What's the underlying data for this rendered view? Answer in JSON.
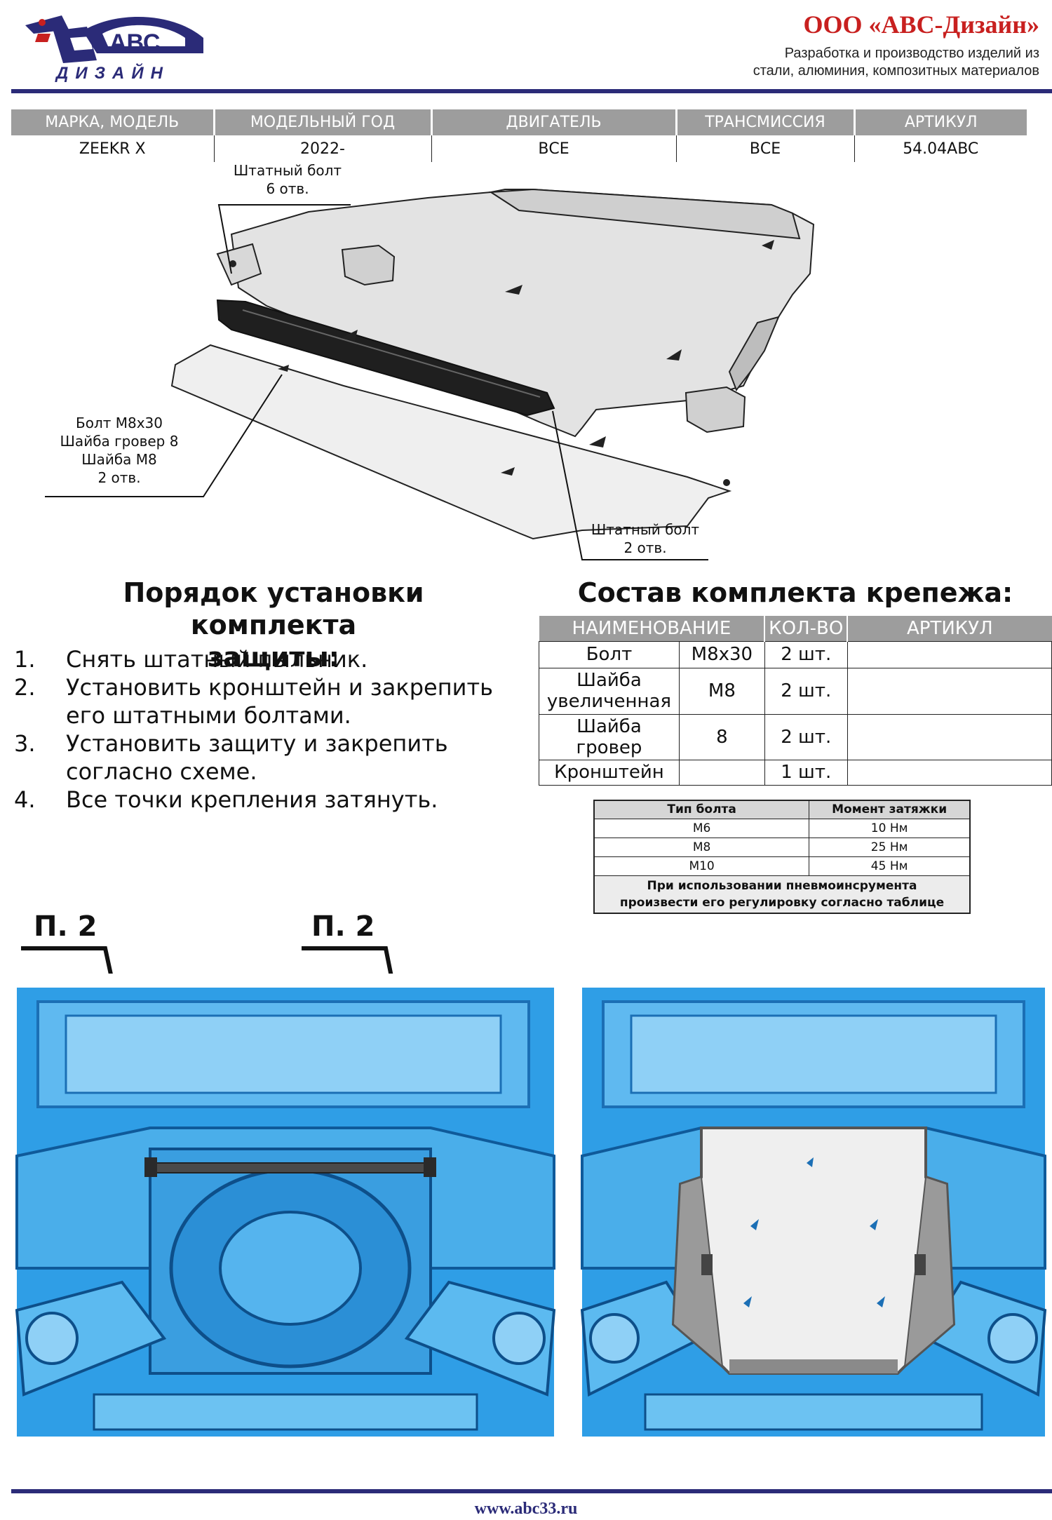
{
  "header": {
    "logo_top": "АВС",
    "logo_bottom": "ДИЗАЙН",
    "company_name": "ООО «АВС-Дизайн»",
    "company_desc_line1": "Разработка и производство изделий из",
    "company_desc_line2": "стали, алюминия, композитных материалов",
    "brand_color": "#2b2b78",
    "accent_color": "#c8201f"
  },
  "spec_table": {
    "headers": [
      "МАРКА, МОДЕЛЬ",
      "МОДЕЛЬНЫЙ ГОД",
      "ДВИГАТЕЛЬ",
      "ТРАНСМИССИЯ",
      "АРТИКУЛ"
    ],
    "row": [
      "ZEEKR X",
      "2022-",
      "ВСЕ",
      "ВСЕ",
      "54.04ABC"
    ]
  },
  "callouts": {
    "top": [
      "Штатный болт",
      "6 отв."
    ],
    "left": [
      "Болт М8х30",
      "Шайба гровер 8",
      "Шайба М8",
      "2 отв."
    ],
    "bottom": [
      "Штатный болт",
      "2 отв."
    ]
  },
  "install": {
    "title_line1": "Порядок установки комплекта",
    "title_line2": "защиты:",
    "steps": [
      {
        "num": "1.",
        "text": "Снять штатный пыльник."
      },
      {
        "num": "2.",
        "text": "Установить кронштейн и закрепить его штатными болтами."
      },
      {
        "num": "3.",
        "text": "Установить защиту и закрепить согласно схеме."
      },
      {
        "num": "4.",
        "text": "Все точки крепления затянуть."
      }
    ]
  },
  "kit": {
    "title": "Состав комплекта крепежа:",
    "headers": [
      "НАИМЕНОВАНИЕ",
      "КОЛ-ВО",
      "АРТИКУЛ"
    ],
    "rows": [
      {
        "name": "Болт",
        "size": "М8х30",
        "qty": "2 шт.",
        "article": ""
      },
      {
        "name": "Шайба увеличенная",
        "size": "М8",
        "qty": "2 шт.",
        "article": ""
      },
      {
        "name": "Шайба гровер",
        "size": "8",
        "qty": "2 шт.",
        "article": ""
      },
      {
        "name": "Кронштейн",
        "size": "",
        "qty": "1 шт.",
        "article": ""
      }
    ]
  },
  "torque": {
    "headers": [
      "Тип болта",
      "Момент затяжки"
    ],
    "rows": [
      {
        "bolt": "М6",
        "torque": "10 Нм"
      },
      {
        "bolt": "М8",
        "torque": "25 Нм"
      },
      {
        "bolt": "М10",
        "torque": "45 Нм"
      }
    ],
    "note_line1": "При использовании пневмоинсрумента",
    "note_line2": "произвести его регулировку согласно таблице"
  },
  "photo_labels": {
    "p2_left": "П. 2",
    "p2_right": "П. 2"
  },
  "footer": {
    "url": "www.abc33.ru"
  }
}
